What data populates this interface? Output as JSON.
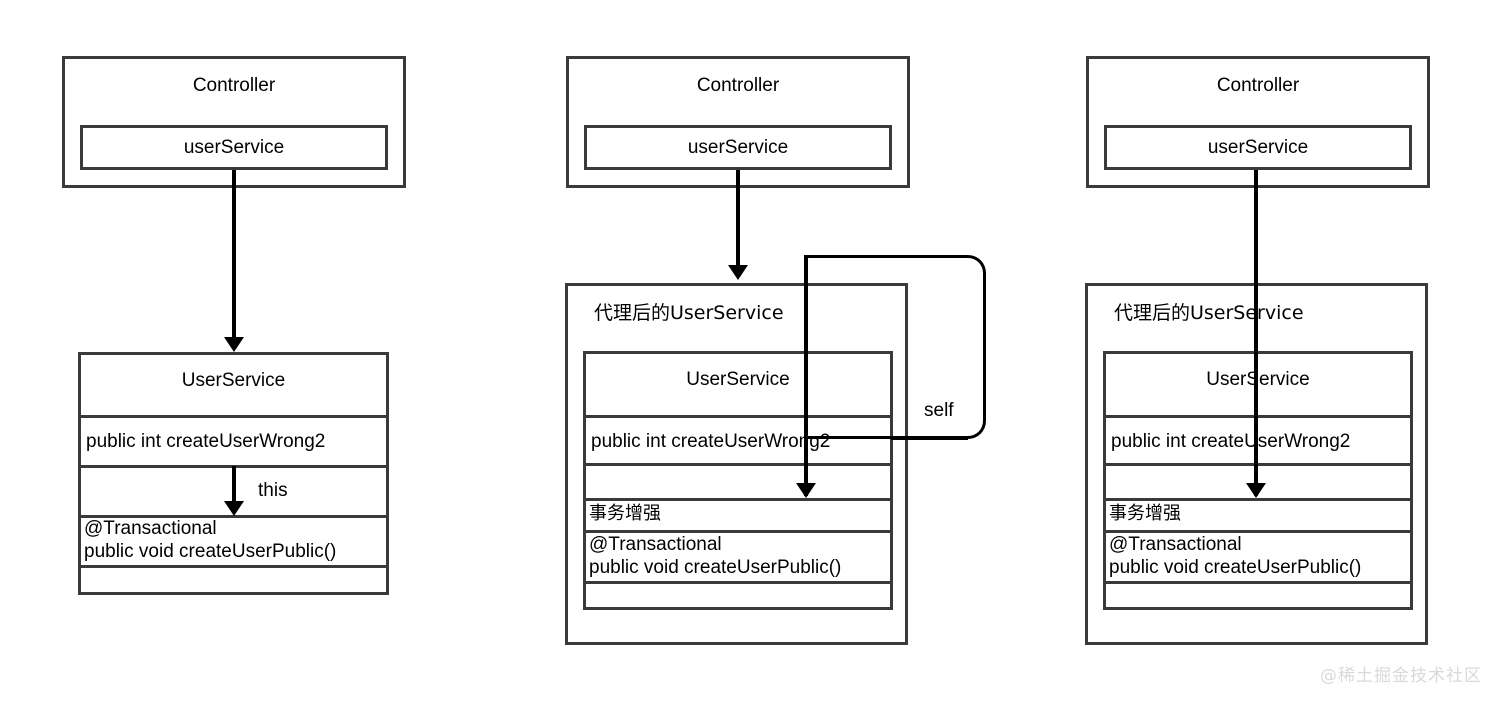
{
  "diagram": {
    "title": "Spring @Transactional self-invocation proxy diagram",
    "watermark": "@稀土掘金技术社区",
    "colors": {
      "box_stroke": "#3a3a3a",
      "arrow": "#000000",
      "text": "#000000",
      "background": "#ffffff",
      "watermark": "#d9d9d9"
    }
  },
  "columns": [
    {
      "id": "column-1",
      "controller": {
        "title": "Controller",
        "field": "userService"
      },
      "service": {
        "title": "UserService",
        "rows": [
          "public int createUserWrong2",
          "",
          "@Transactional\npublic void createUserPublic()",
          ""
        ]
      },
      "arrows": [
        {
          "name": "controller-to-service",
          "label": ""
        },
        {
          "name": "this-self-invocation",
          "label": "this"
        }
      ]
    },
    {
      "id": "column-2",
      "controller": {
        "title": "Controller",
        "field": "userService"
      },
      "proxy": {
        "title": "代理后的UserService"
      },
      "service": {
        "title": "UserService",
        "rows": [
          "public int createUserWrong2",
          "",
          "事务增强",
          "@Transactional\npublic void createUserPublic()",
          ""
        ]
      },
      "arrows": [
        {
          "name": "controller-to-proxy",
          "label": ""
        },
        {
          "name": "self-invocation-loop",
          "label": "self"
        }
      ]
    },
    {
      "id": "column-3",
      "controller": {
        "title": "Controller",
        "field": "userService"
      },
      "proxy": {
        "title": "代理后的UserService"
      },
      "service": {
        "title": "UserService",
        "rows": [
          "public int createUserWrong2",
          "",
          "事务增强",
          "@Transactional\npublic void createUserPublic()",
          ""
        ]
      },
      "arrows": [
        {
          "name": "controller-direct-to-advice",
          "label": ""
        }
      ]
    }
  ],
  "texts": {
    "controller": "Controller",
    "user_service_field": "userService",
    "user_service": "UserService",
    "proxied_user_service": "代理后的UserService",
    "method_wrong2": "public int createUserWrong2",
    "transaction_enhance": "事务增强",
    "transactional_annotation": "@Transactional",
    "method_public": "public void createUserPublic()",
    "label_this": "this",
    "label_self": "self"
  }
}
